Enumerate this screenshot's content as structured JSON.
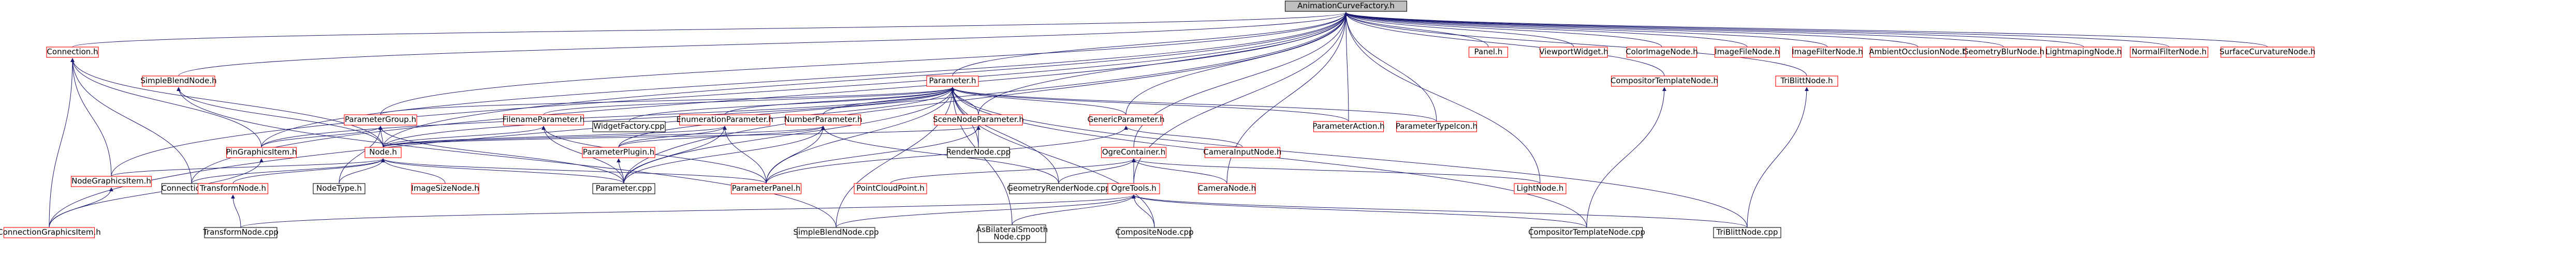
{
  "colors": {
    "edge": "#191970",
    "root_fill": "#bfbfbf",
    "root_stroke": "#000000",
    "fill": "#ffffff",
    "linked_stroke": "#ff0000",
    "leaf_stroke": "#000000",
    "text": "#000000"
  },
  "nodes": [
    {
      "id": "root",
      "label": "AnimationCurveFactory.h",
      "kind": "root"
    },
    {
      "id": "conn_h",
      "label": "Connection.h",
      "kind": "linked"
    },
    {
      "id": "sbn_h",
      "label": "SimpleBlendNode.h",
      "kind": "linked"
    },
    {
      "id": "param_h",
      "label": "Parameter.h",
      "kind": "linked"
    },
    {
      "id": "panel_h",
      "label": "Panel.h",
      "kind": "linked"
    },
    {
      "id": "vpw_h",
      "label": "ViewportWidget.h",
      "kind": "linked"
    },
    {
      "id": "cin_h",
      "label": "ColorImageNode.h",
      "kind": "linked"
    },
    {
      "id": "ifn_h",
      "label": "ImageFileNode.h",
      "kind": "linked"
    },
    {
      "id": "iflt_h",
      "label": "ImageFilterNode.h",
      "kind": "linked"
    },
    {
      "id": "aon_h",
      "label": "AmbientOcclusionNode.h",
      "kind": "linked"
    },
    {
      "id": "gbn_h",
      "label": "GeometryBlurNode.h",
      "kind": "linked"
    },
    {
      "id": "lmn_h",
      "label": "LightmapingNode.h",
      "kind": "linked"
    },
    {
      "id": "nfn_h",
      "label": "NormalFilterNode.h",
      "kind": "linked"
    },
    {
      "id": "scn_h",
      "label": "SurfaceCurvatureNode.h",
      "kind": "linked"
    },
    {
      "id": "ctn_h",
      "label": "CompositorTemplateNode.h",
      "kind": "linked"
    },
    {
      "id": "tbn_h",
      "label": "TriBlittNode.h",
      "kind": "linked"
    },
    {
      "id": "pg_h",
      "label": "ParameterGroup.h",
      "kind": "linked"
    },
    {
      "id": "fnp_h",
      "label": "FilenameParameter.h",
      "kind": "linked"
    },
    {
      "id": "wf_cpp",
      "label": "WidgetFactory.cpp",
      "kind": "leaf"
    },
    {
      "id": "ep_h",
      "label": "EnumerationParameter.h",
      "kind": "linked"
    },
    {
      "id": "np_h",
      "label": "NumberParameter.h",
      "kind": "linked"
    },
    {
      "id": "snp_h",
      "label": "SceneNodeParameter.h",
      "kind": "linked"
    },
    {
      "id": "gp_h",
      "label": "GenericParameter.h",
      "kind": "linked"
    },
    {
      "id": "pa_h",
      "label": "ParameterAction.h",
      "kind": "linked"
    },
    {
      "id": "pt_h",
      "label": "ParameterTypeIcon.h",
      "kind": "linked"
    },
    {
      "id": "pgi_h",
      "label": "PinGraphicsItem.h",
      "kind": "linked"
    },
    {
      "id": "node_h",
      "label": "Node.h",
      "kind": "linked"
    },
    {
      "id": "ppp_h",
      "label": "ParameterPlugin.h",
      "kind": "linked"
    },
    {
      "id": "rn_cpp",
      "label": "RenderNode.cpp",
      "kind": "leaf"
    },
    {
      "id": "oc_h",
      "label": "OgreContainer.h",
      "kind": "linked"
    },
    {
      "id": "cam_h",
      "label": "CameraInputNode.h",
      "kind": "linked"
    },
    {
      "id": "ngi_h",
      "label": "NodeGraphicsItem.h",
      "kind": "linked"
    },
    {
      "id": "conn_cpp",
      "label": "Connection.cpp",
      "kind": "leaf"
    },
    {
      "id": "tn_h",
      "label": "TransformNode.h",
      "kind": "linked"
    },
    {
      "id": "nt_h",
      "label": "NodeType.h",
      "kind": "leaf"
    },
    {
      "id": "isn_h",
      "label": "ImageSizeNode.h",
      "kind": "linked"
    },
    {
      "id": "param_cpp",
      "label": "Parameter.cpp",
      "kind": "leaf"
    },
    {
      "id": "pp_h",
      "label": "ParameterPanel.h",
      "kind": "linked"
    },
    {
      "id": "pcp_h",
      "label": "PointCloudPoint.h",
      "kind": "linked"
    },
    {
      "id": "grn_cpp",
      "label": "GeometryRenderNode.cpp",
      "kind": "leaf"
    },
    {
      "id": "camn_h",
      "label": "CameraNode.h",
      "kind": "linked"
    },
    {
      "id": "ln_h",
      "label": "LightNode.h",
      "kind": "linked"
    },
    {
      "id": "cgi_h",
      "label": "ConnectionGraphicsItem.h",
      "kind": "linked"
    },
    {
      "id": "ot_h",
      "label": "OgreTools.h",
      "kind": "linked"
    },
    {
      "id": "tn_cpp",
      "label": "TransformNode.cpp",
      "kind": "leaf"
    },
    {
      "id": "sbn_cpp",
      "label": "SimpleBlendNode.cpp",
      "kind": "leaf"
    },
    {
      "id": "ab_cpp",
      "label": [
        "AsBilateralSmooth",
        "Node.cpp"
      ],
      "kind": "leaf"
    },
    {
      "id": "cn_cpp",
      "label": "CompositeNode.cpp",
      "kind": "leaf"
    },
    {
      "id": "ctn_cpp",
      "label": "CompositorTemplateNode.cpp",
      "kind": "leaf"
    },
    {
      "id": "tbn_cpp",
      "label": "TriBlittNode.cpp",
      "kind": "leaf"
    }
  ],
  "edges": [
    [
      "conn_h",
      "root"
    ],
    [
      "sbn_h",
      "root"
    ],
    [
      "param_h",
      "root"
    ],
    [
      "panel_h",
      "root"
    ],
    [
      "vpw_h",
      "root"
    ],
    [
      "cin_h",
      "root"
    ],
    [
      "ifn_h",
      "root"
    ],
    [
      "iflt_h",
      "root"
    ],
    [
      "aon_h",
      "root"
    ],
    [
      "gbn_h",
      "root"
    ],
    [
      "lmn_h",
      "root"
    ],
    [
      "nfn_h",
      "root"
    ],
    [
      "scn_h",
      "root"
    ],
    [
      "ctn_h",
      "root"
    ],
    [
      "tbn_h",
      "root"
    ],
    [
      "pg_h",
      "root"
    ],
    [
      "node_h",
      "root"
    ],
    [
      "pgi_h",
      "root"
    ],
    [
      "ngi_h",
      "root"
    ],
    [
      "pa_h",
      "root"
    ],
    [
      "pt_h",
      "root"
    ],
    [
      "snp_h",
      "root"
    ],
    [
      "gp_h",
      "root"
    ],
    [
      "oc_h",
      "root"
    ],
    [
      "ot_h",
      "root"
    ],
    [
      "ln_h",
      "root"
    ],
    [
      "camn_h",
      "root"
    ],
    [
      "param_cpp",
      "root"
    ],
    [
      "conn_cpp",
      "root"
    ],
    [
      "cgi_h",
      "root"
    ],
    [
      "pg_h",
      "param_h"
    ],
    [
      "fnp_h",
      "param_h"
    ],
    [
      "wf_cpp",
      "param_h"
    ],
    [
      "ep_h",
      "param_h"
    ],
    [
      "np_h",
      "param_h"
    ],
    [
      "snp_h",
      "param_h"
    ],
    [
      "gp_h",
      "param_h"
    ],
    [
      "pa_h",
      "param_h"
    ],
    [
      "pt_h",
      "param_h"
    ],
    [
      "pgi_h",
      "param_h"
    ],
    [
      "node_h",
      "param_h"
    ],
    [
      "ppp_h",
      "param_h"
    ],
    [
      "rn_cpp",
      "param_h"
    ],
    [
      "pp_h",
      "param_h"
    ],
    [
      "param_cpp",
      "param_h"
    ],
    [
      "sbn_cpp",
      "param_h"
    ],
    [
      "ab_cpp",
      "param_h"
    ],
    [
      "cn_cpp",
      "param_h"
    ],
    [
      "ctn_cpp",
      "param_h"
    ],
    [
      "tbn_cpp",
      "param_h"
    ],
    [
      "grn_cpp",
      "param_h"
    ],
    [
      "conn_h",
      "conn_h"
    ],
    [
      "pgi_h",
      "conn_h"
    ],
    [
      "ngi_h",
      "conn_h"
    ],
    [
      "conn_cpp",
      "conn_h"
    ],
    [
      "cgi_h",
      "conn_h"
    ],
    [
      "node_h",
      "conn_h"
    ],
    [
      "node_h",
      "sbn_h"
    ],
    [
      "sbn_cpp",
      "sbn_h"
    ],
    [
      "node_h",
      "pg_h"
    ],
    [
      "pgi_h",
      "pg_h"
    ],
    [
      "nt_h",
      "pg_h"
    ],
    [
      "param_cpp",
      "pg_h"
    ],
    [
      "node_h",
      "fnp_h"
    ],
    [
      "pp_h",
      "fnp_h"
    ],
    [
      "param_cpp",
      "fnp_h"
    ],
    [
      "node_h",
      "ep_h"
    ],
    [
      "ppp_h",
      "ep_h"
    ],
    [
      "pp_h",
      "ep_h"
    ],
    [
      "param_cpp",
      "ep_h"
    ],
    [
      "node_h",
      "np_h"
    ],
    [
      "ppp_h",
      "np_h"
    ],
    [
      "pp_h",
      "np_h"
    ],
    [
      "param_cpp",
      "np_h"
    ],
    [
      "grn_cpp",
      "np_h"
    ],
    [
      "rn_cpp",
      "snp_h"
    ],
    [
      "node_h",
      "snp_h"
    ],
    [
      "pp_h",
      "snp_h"
    ],
    [
      "cam_h",
      "gp_h"
    ],
    [
      "pp_h",
      "gp_h"
    ],
    [
      "ngi_h",
      "node_h"
    ],
    [
      "conn_cpp",
      "node_h"
    ],
    [
      "tn_h",
      "node_h"
    ],
    [
      "nt_h",
      "node_h"
    ],
    [
      "isn_h",
      "node_h"
    ],
    [
      "param_cpp",
      "node_h"
    ],
    [
      "pp_h",
      "node_h"
    ],
    [
      "param_cpp",
      "ppp_h"
    ],
    [
      "pcp_h",
      "oc_h"
    ],
    [
      "grn_cpp",
      "oc_h"
    ],
    [
      "camn_h",
      "oc_h"
    ],
    [
      "ln_h",
      "oc_h"
    ],
    [
      "ot_h",
      "oc_h"
    ],
    [
      "cgi_h",
      "ngi_h"
    ],
    [
      "tn_cpp",
      "tn_h"
    ],
    [
      "tn_cpp",
      "ot_h"
    ],
    [
      "sbn_cpp",
      "ot_h"
    ],
    [
      "ab_cpp",
      "ot_h"
    ],
    [
      "cn_cpp",
      "ot_h"
    ],
    [
      "ctn_cpp",
      "ot_h"
    ],
    [
      "tbn_cpp",
      "ot_h"
    ],
    [
      "ctn_cpp",
      "ctn_h"
    ],
    [
      "tbn_cpp",
      "tbn_h"
    ],
    [
      "cgi_h",
      "pgi_h"
    ]
  ]
}
